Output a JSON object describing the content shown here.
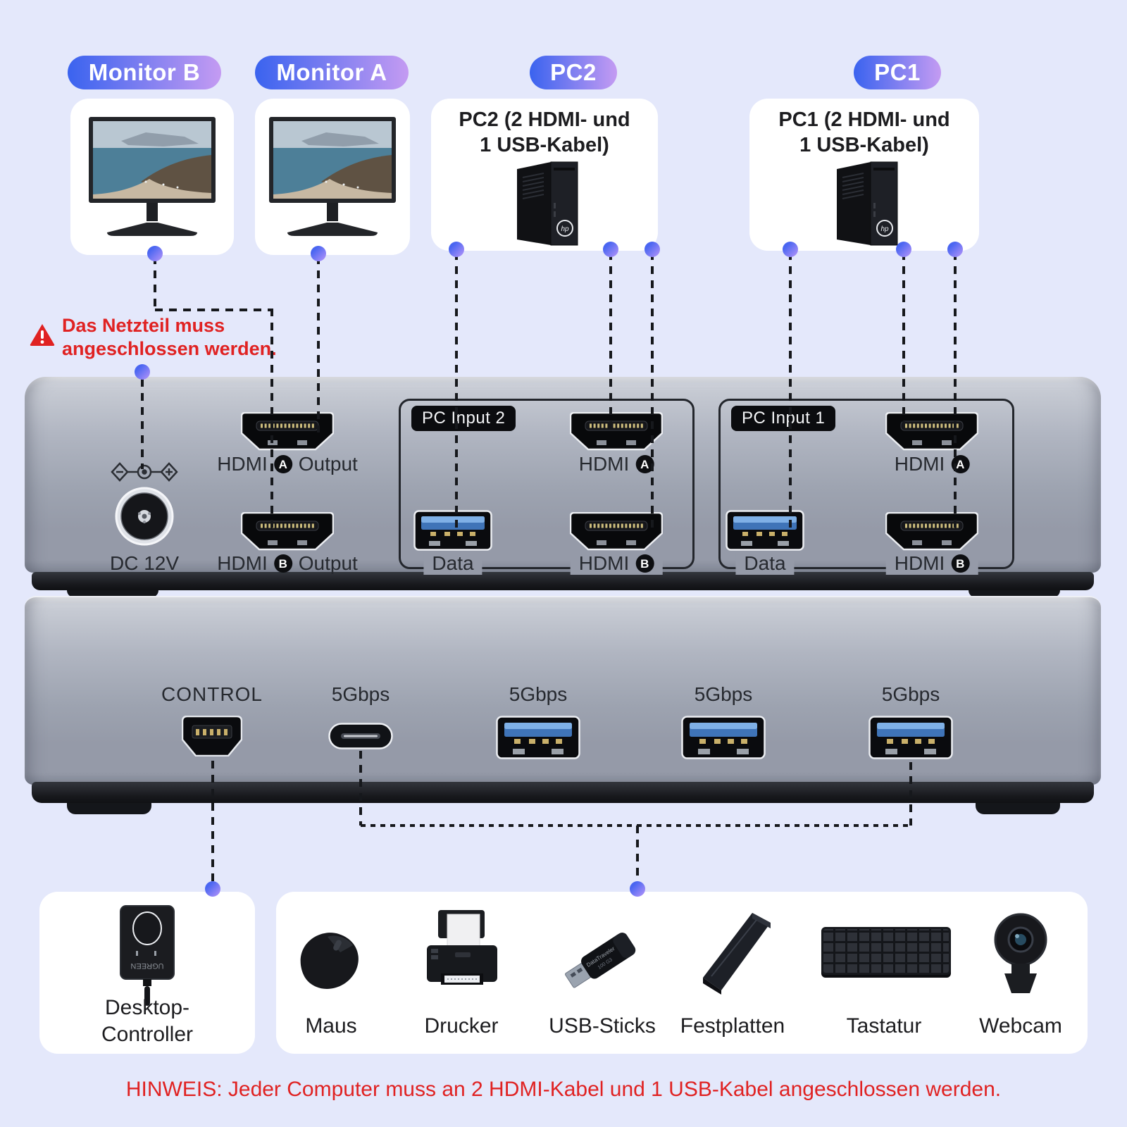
{
  "colors": {
    "background": "#e4e8fb",
    "accent_red": "#e02222",
    "badge_gradient_from": "#3a63ef",
    "badge_gradient_to": "#c49bf2",
    "dot_gradient_from": "#4a66f1",
    "dot_gradient_to": "#a18cf8",
    "device_metal": "#9da3b0",
    "line": "#16181c"
  },
  "badges": [
    {
      "label": "Monitor B"
    },
    {
      "label": "Monitor A"
    },
    {
      "label": "PC2"
    },
    {
      "label": "PC1"
    }
  ],
  "top_cards": {
    "pc2": {
      "title_lines": [
        "PC2 (2 HDMI- und",
        "1 USB-Kabel)"
      ],
      "logo": "hp"
    },
    "pc1": {
      "title_lines": [
        "PC1 (2 HDMI- und",
        "1 USB-Kabel)"
      ],
      "logo": "hp"
    }
  },
  "warning": {
    "lines": [
      "Das Netzteil muss",
      "angeschlossen werden."
    ]
  },
  "rear_unit": {
    "power_label": "DC 12V",
    "outputs": {
      "a": {
        "pre": "HDMI",
        "letter": "A",
        "post": "Output"
      },
      "b": {
        "pre": "HDMI",
        "letter": "B",
        "post": "Output"
      }
    },
    "pc_input_2": {
      "chip": "PC Input 2",
      "data": "Data",
      "hdmi_a": {
        "pre": "HDMI",
        "letter": "A"
      },
      "hdmi_b": {
        "pre": "HDMI",
        "letter": "B"
      }
    },
    "pc_input_1": {
      "chip": "PC Input 1",
      "data": "Data",
      "hdmi_a": {
        "pre": "HDMI",
        "letter": "A"
      },
      "hdmi_b": {
        "pre": "HDMI",
        "letter": "B"
      }
    }
  },
  "front_unit": {
    "control_label": "CONTROL",
    "speed_labels": [
      "5Gbps",
      "5Gbps",
      "5Gbps",
      "5Gbps"
    ]
  },
  "bottom": {
    "controller": {
      "lines": [
        "Desktop-",
        "Controller"
      ],
      "brand": "UGREEN"
    },
    "peripherals": [
      {
        "label": "Maus"
      },
      {
        "label": "Drucker"
      },
      {
        "label": "USB-Sticks"
      },
      {
        "label": "Festplatten"
      },
      {
        "label": "Tastatur"
      },
      {
        "label": "Webcam"
      }
    ]
  },
  "note": {
    "text": "HINWEIS: Jeder Computer muss an 2 HDMI-Kabel und 1 USB-Kabel angeschlossen werden."
  }
}
